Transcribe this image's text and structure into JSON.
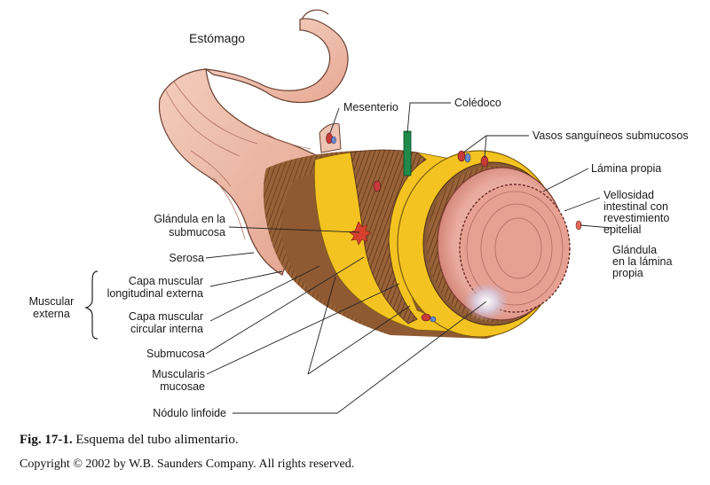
{
  "labels": {
    "stomach": "Estómago",
    "mesentery": "Mesenterio",
    "bile_duct": "Colédoco",
    "submucosal_vessels": "Vasos sanguíneos submucosos",
    "lamina_propria": "Lámina propia",
    "villus_1": "Vellosidad",
    "villus_2": "intestinal con",
    "villus_3": "revestimiento",
    "villus_4": "epitelial",
    "lp_gland_1": "Glándula",
    "lp_gland_2": "en la lámina",
    "lp_gland_3": "propia",
    "submucosal_gland_1": "Glándula en la",
    "submucosal_gland_2": "submucosa",
    "serosa": "Serosa",
    "muscular_externa_1": "Muscular",
    "muscular_externa_2": "externa",
    "longitudinal_1": "Capa muscular",
    "longitudinal_2": "longitudinal externa",
    "circular_1": "Capa muscular",
    "circular_2": "circular interna",
    "submucosa": "Submucosa",
    "muscularis_mucosae_1": "Muscularis",
    "muscularis_mucosae_2": "mucosae",
    "lymphoid_nodule": "Nódulo linfoide"
  },
  "caption": {
    "fig_number": "Fig. 17-1.",
    "fig_text": "Esquema del tubo alimentario.",
    "copyright": "Copyright © 2002 by W.B. Saunders Company. All rights reserved."
  },
  "colors": {
    "mucosa_pink": "#e8a89a",
    "submucosa_yellow": "#f3c321",
    "muscle_brown": "#8a5a34",
    "serosa_pink": "#f0c4b4",
    "bile_green": "#1f8a4a",
    "line": "#222222"
  }
}
